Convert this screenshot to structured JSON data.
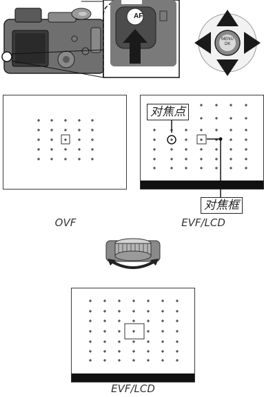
{
  "diagram": {
    "camera_button_label": "AF",
    "dpad_center_label": "MENU OK",
    "focus_point_label": "对焦点",
    "focus_frame_label": "对焦框",
    "caption_ovf": "OVF",
    "caption_evf_lcd_top": "EVF/LCD",
    "caption_evf_lcd_bottom": "EVF/LCD",
    "colors": {
      "stroke": "#222222",
      "bar": "#111111",
      "arrow": "#1a1a1a"
    }
  }
}
